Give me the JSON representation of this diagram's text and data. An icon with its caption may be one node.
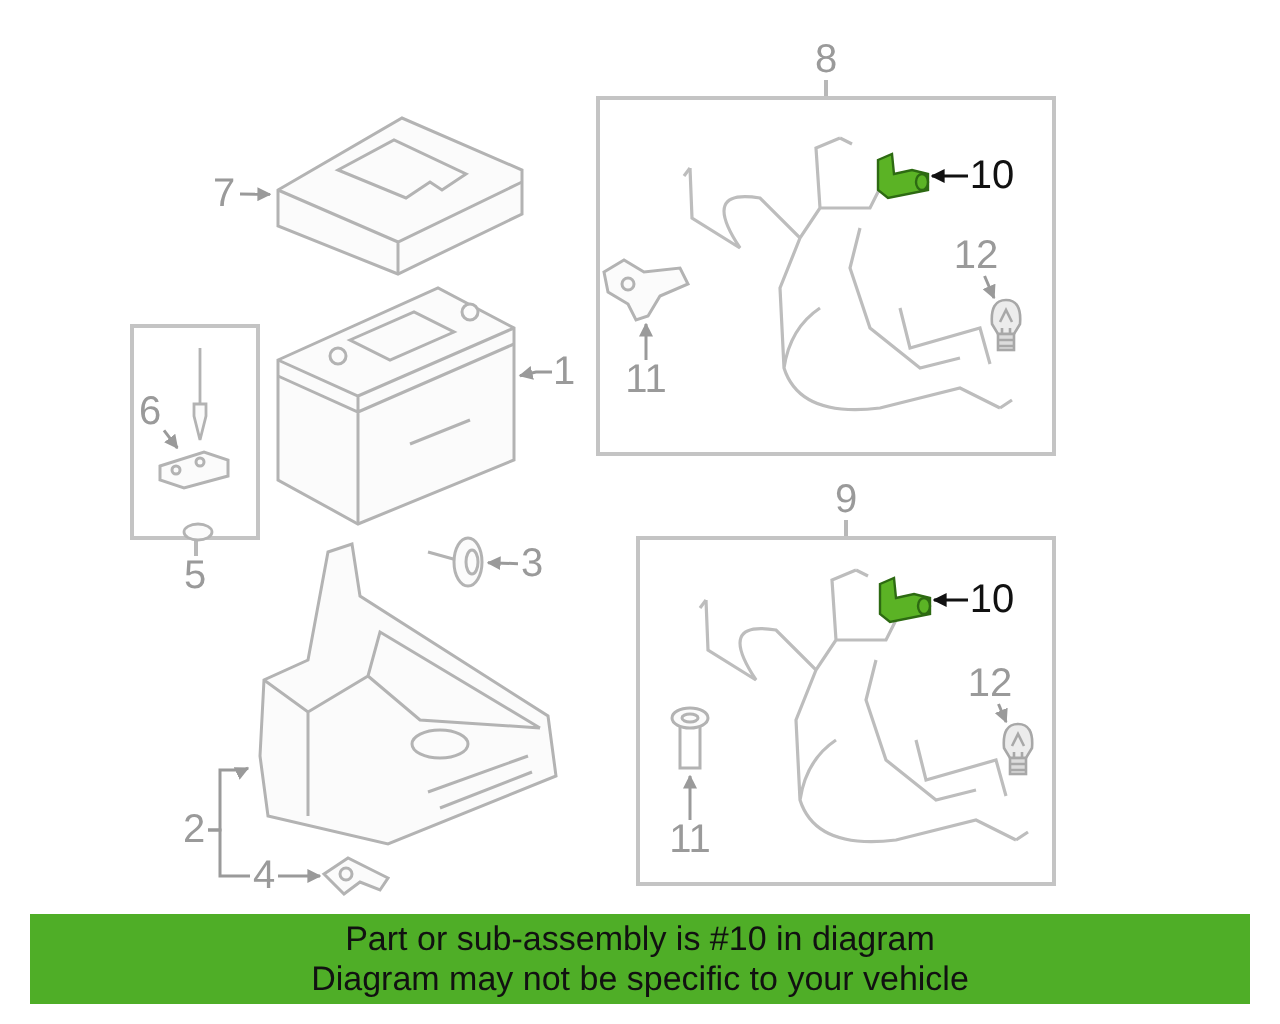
{
  "diagram": {
    "nodes": [
      {
        "text": [
          "7"
        ]
      },
      {
        "text": [],
        "shape": "picture"
      },
      {
        "text": [
          "1"
        ]
      },
      {
        "text": [],
        "shape": "picture"
      },
      {
        "text": [
          "5"
        ]
      },
      {
        "text": [
          "6"
        ],
        "in": 4
      },
      {
        "text": [],
        "shape": "picture",
        "in": 4
      },
      {
        "text": [
          "3"
        ]
      },
      {
        "text": [],
        "shape": "picture"
      },
      {
        "text": [
          "2"
        ]
      },
      {
        "text": [],
        "shape": "picture"
      },
      {
        "text": [
          "4"
        ]
      },
      {
        "text": [],
        "shape": "picture"
      },
      {
        "text": [
          "8"
        ]
      },
      {
        "text": [
          "10"
        ],
        "in": 13
      },
      {
        "text": [],
        "shape": "picture",
        "in": 13
      },
      {
        "text": [
          "11"
        ],
        "in": 13
      },
      {
        "text": [],
        "shape": "picture",
        "in": 13
      },
      {
        "text": [
          "12"
        ],
        "in": 13
      },
      {
        "text": [],
        "shape": "bulb",
        "in": 13
      },
      {
        "text": [
          "9"
        ]
      },
      {
        "text": [
          "10"
        ],
        "in": 20
      },
      {
        "text": [],
        "shape": "picture",
        "in": 20
      },
      {
        "text": [
          "11"
        ],
        "in": 20
      },
      {
        "text": [],
        "shape": "picture",
        "in": 20
      },
      {
        "text": [
          "12"
        ],
        "in": 20
      },
      {
        "text": [],
        "shape": "bulb",
        "in": 20
      },
      {
        "text": [
          "Part or sub-assembly is #10 in diagram",
          "Diagram may not be specific to your vehicle"
        ]
      }
    ],
    "edges": [
      {
        "from": 0,
        "to": 1,
        "arrow": "to"
      },
      {
        "from": 2,
        "to": 3,
        "arrow": "to"
      },
      {
        "from": 5,
        "to": 6,
        "arrow": "to"
      },
      {
        "from": 7,
        "to": 8,
        "arrow": "to"
      },
      {
        "from": 9,
        "to": 10,
        "arrow": "to"
      },
      {
        "from": 9,
        "to": 11,
        "arrow": "none"
      },
      {
        "from": 11,
        "to": 12,
        "arrow": "to"
      },
      {
        "from": 14,
        "to": 15,
        "arrow": "to",
        "color": "#111111"
      },
      {
        "from": 16,
        "to": 17,
        "arrow": "to"
      },
      {
        "from": 18,
        "to": 19,
        "arrow": "to"
      },
      {
        "from": 21,
        "to": 22,
        "arrow": "to",
        "color": "#111111"
      },
      {
        "from": 23,
        "to": 24,
        "arrow": "to"
      },
      {
        "from": 25,
        "to": 26,
        "arrow": "to"
      }
    ]
  }
}
